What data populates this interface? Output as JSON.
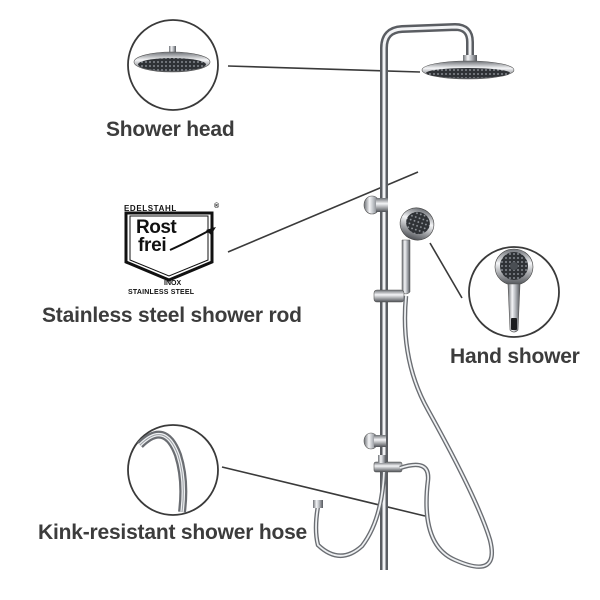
{
  "labels": {
    "shower_head": "Shower head",
    "rod": "Stainless steel shower rod",
    "hand_shower": "Hand shower",
    "hose": "Kink-resistant shower hose"
  },
  "logo": {
    "top_text": "EDELSTAHL",
    "registered": "®",
    "line1": "Rost",
    "line2": "frei",
    "inox": "INOX",
    "stainless": "STAINLESS STEEL"
  },
  "colors": {
    "label_text": "#3c3c3c",
    "chrome_dark": "#5a5d62",
    "chrome_light": "#f2f3f5",
    "leader_line": "#3a3a3a"
  }
}
